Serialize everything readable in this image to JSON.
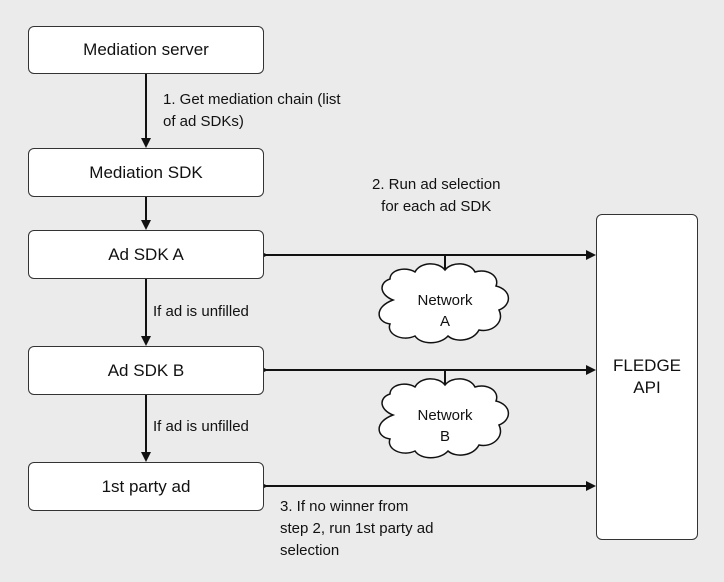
{
  "nodes": {
    "mediation_server": "Mediation server",
    "mediation_sdk": "Mediation SDK",
    "ad_sdk_a": "Ad SDK A",
    "ad_sdk_b": "Ad SDK B",
    "first_party_ad": "1st party ad",
    "fledge_api": "FLEDGE\nAPI",
    "network_a": "Network\nA",
    "network_b": "Network\nB"
  },
  "edges": {
    "step1": "1. Get mediation chain (list\nof ad SDKs)",
    "step2": "2. Run ad selection\nfor each ad SDK",
    "unfilled_a": "If ad is unfilled",
    "unfilled_b": "If ad is unfilled",
    "step3": "3. If no winner from\nstep 2, run 1st party ad\nselection"
  }
}
